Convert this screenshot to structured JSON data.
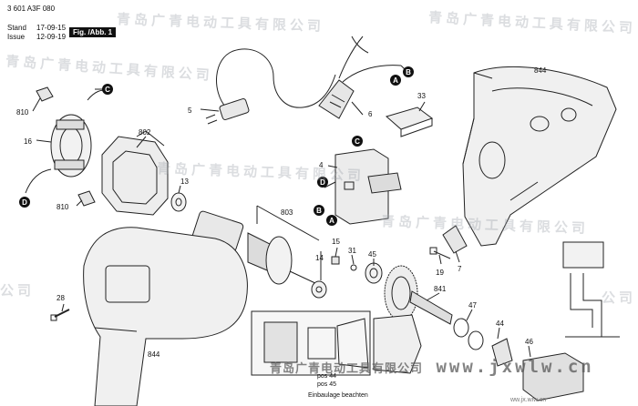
{
  "header": {
    "part_no": "3 601 A3F 080",
    "stand_label": "Stand",
    "stand_value": "17-09-15",
    "issue_label": "Issue",
    "issue_value": "12-09-19",
    "fig_label": "Fig. /Abb. 1"
  },
  "watermark": {
    "text": "青岛广青电动工具有限公司",
    "url": "www.jxwlw.cn",
    "url_prefix": "青岛广青电动工具有限公司",
    "side_text": "公司",
    "bottom_fragment": "ww.jx.wlw.cn"
  },
  "parts": [
    {
      "id": "810a",
      "label": "810"
    },
    {
      "id": "16",
      "label": "16"
    },
    {
      "id": "802",
      "label": "802"
    },
    {
      "id": "13",
      "label": "13"
    },
    {
      "id": "810b",
      "label": "810"
    },
    {
      "id": "5",
      "label": "5"
    },
    {
      "id": "6",
      "label": "6"
    },
    {
      "id": "4",
      "label": "4"
    },
    {
      "id": "33",
      "label": "33"
    },
    {
      "id": "844a",
      "label": "844"
    },
    {
      "id": "803",
      "label": "803"
    },
    {
      "id": "15",
      "label": "15"
    },
    {
      "id": "31",
      "label": "31"
    },
    {
      "id": "14",
      "label": "14"
    },
    {
      "id": "45",
      "label": "45"
    },
    {
      "id": "19",
      "label": "19"
    },
    {
      "id": "7",
      "label": "7"
    },
    {
      "id": "841",
      "label": "841"
    },
    {
      "id": "47",
      "label": "47"
    },
    {
      "id": "44",
      "label": "44"
    },
    {
      "id": "46",
      "label": "46"
    },
    {
      "id": "28",
      "label": "28"
    },
    {
      "id": "844b",
      "label": "844"
    }
  ],
  "connectors": [
    "A",
    "B",
    "C",
    "D"
  ],
  "notes": {
    "pos44": "pos 44",
    "pos45": "pos 45",
    "install_note": "Einbaulage beachten"
  },
  "colors": {
    "line": "#222222",
    "marker": "#111111",
    "watermark": "#9aa0a8"
  }
}
